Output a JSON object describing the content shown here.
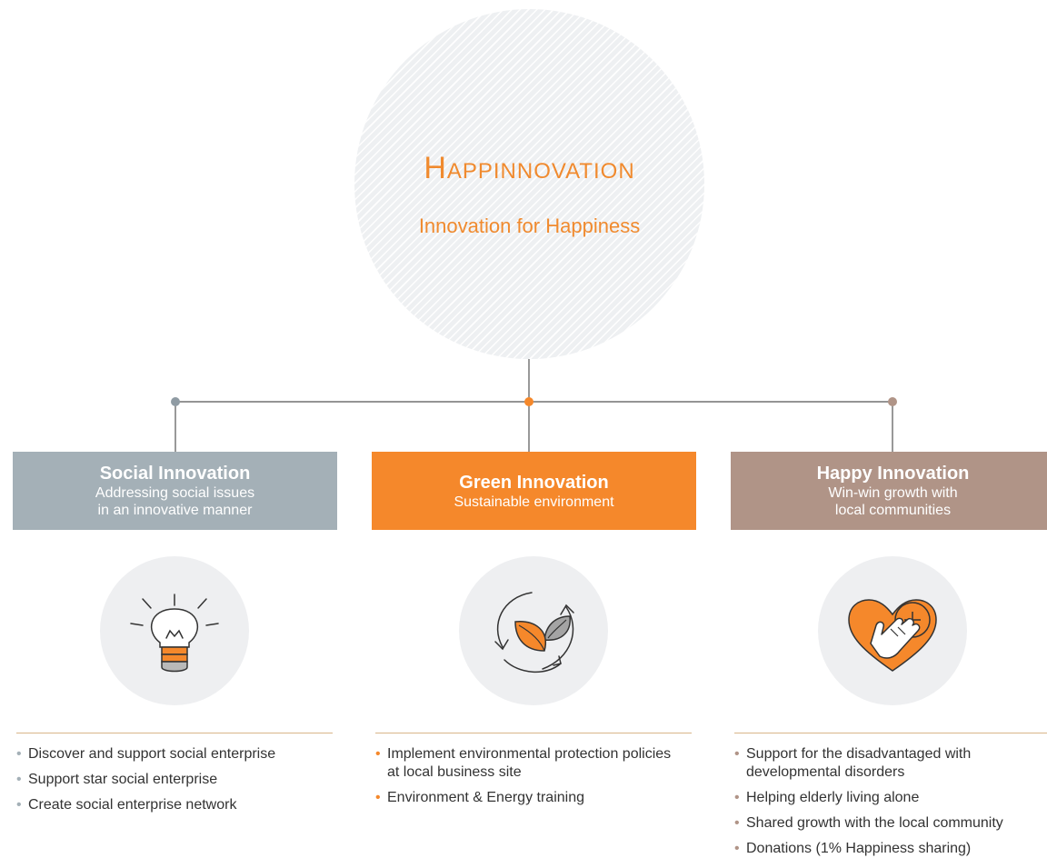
{
  "hero": {
    "title": "Happinnovation",
    "subtitle": "Innovation for Happiness"
  },
  "colors": {
    "orange": "#f5882b",
    "gray_blue": "#a4b0b7",
    "taupe": "#b09487",
    "circle_fill": "#eeeff1",
    "divider": "#d9b58a"
  },
  "pillars": [
    {
      "title": "Social Innovation",
      "desc_line1": "Addressing social issues",
      "desc_line2": "in an innovative manner",
      "icon": "lightbulb-icon",
      "items": [
        "Discover and support social enterprise",
        "Support star social enterprise",
        "Create social enterprise network"
      ]
    },
    {
      "title": "Green Innovation",
      "desc_line1": "Sustainable environment",
      "icon": "leaf-recycle-icon",
      "items": [
        "Implement environmental protection policies at local business site",
        "Environment & Energy training"
      ]
    },
    {
      "title": "Happy Innovation",
      "desc_line1": "Win-win growth with",
      "desc_line2": "local communities",
      "icon": "heart-hand-icon",
      "items": [
        "Support for the disadvantaged with developmental disorders",
        "Helping elderly living alone",
        "Shared growth with the local community",
        "Donations (1% Happiness sharing)"
      ]
    }
  ]
}
